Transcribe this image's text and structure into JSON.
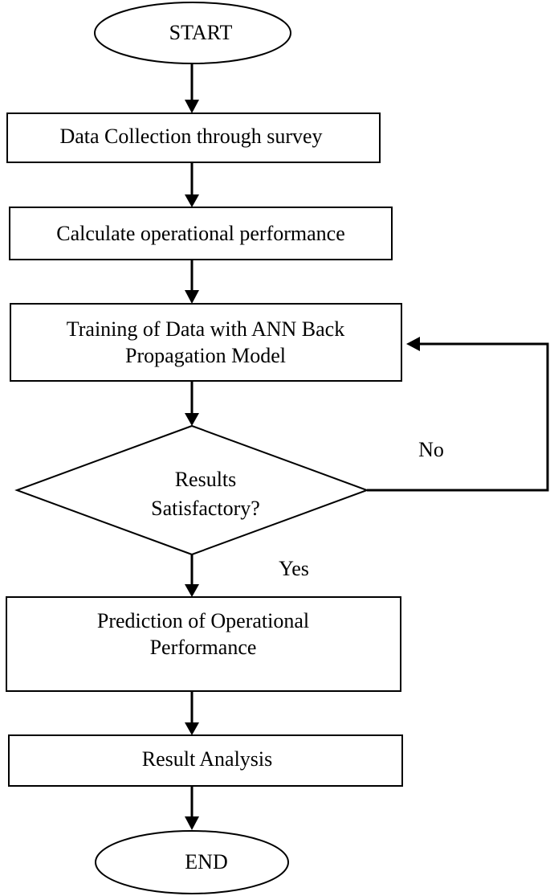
{
  "flowchart": {
    "start": "START",
    "step_data_collection": "Data Collection through survey",
    "step_calculate": "Calculate operational performance",
    "step_training_line1": "Training of Data with ANN Back",
    "step_training_line2": "Propagation Model",
    "decision_line1": "Results",
    "decision_line2": "Satisfactory?",
    "branch_no": "No",
    "branch_yes": "Yes",
    "step_prediction_line1": "Prediction of Operational",
    "step_prediction_line2": "Performance",
    "step_analysis": "Result Analysis",
    "end": "END"
  },
  "colors": {
    "line": "#000000",
    "background": "#ffffff"
  }
}
